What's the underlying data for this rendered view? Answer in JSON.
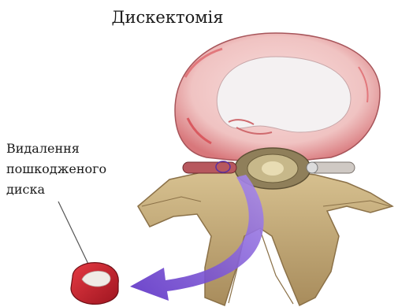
{
  "title": "Дискектомія",
  "label": {
    "line1": "Видалення",
    "line2": "пошкодженого",
    "line3": "диска"
  },
  "colors": {
    "disc_outer": "#f1c9c8",
    "disc_inner": "#f3f0f1",
    "disc_red": "#d94a50",
    "bone": "#c6ad7a",
    "bone_shadow": "#9b8358",
    "arrow": "#7d4fd4",
    "fragment_red": "#c41e2a"
  }
}
